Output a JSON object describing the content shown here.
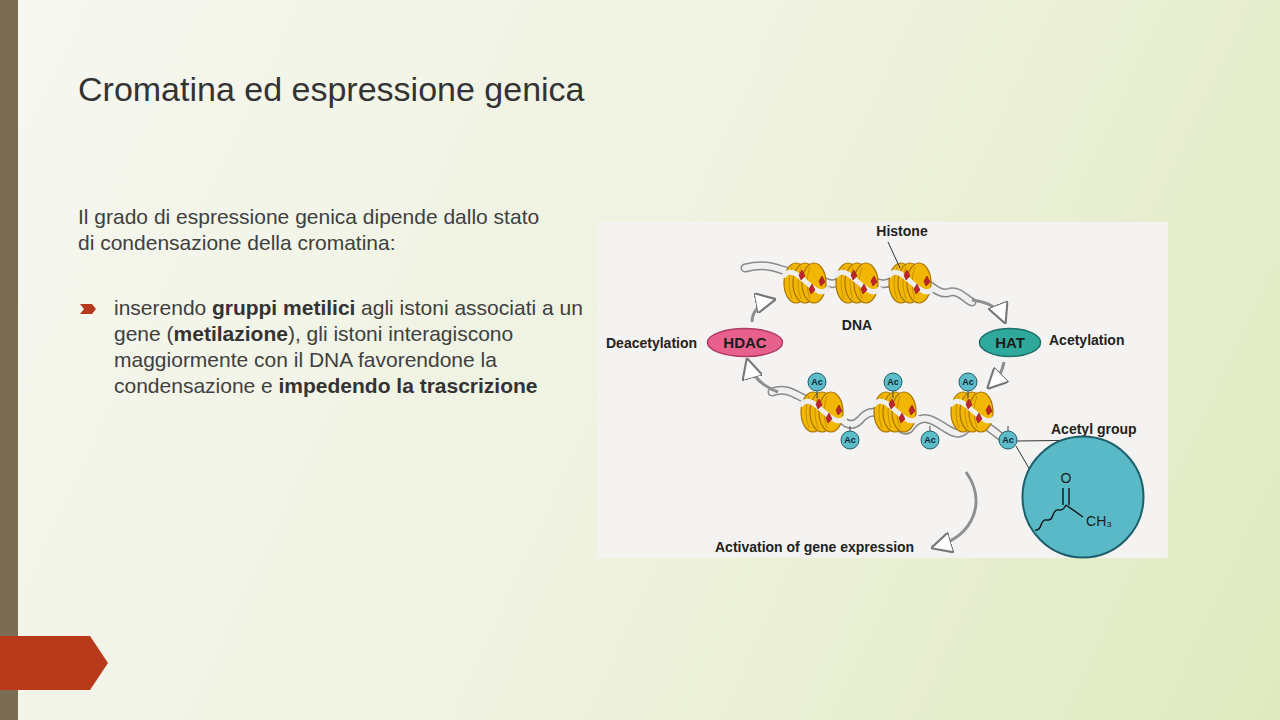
{
  "diagram": {
    "title": "Cromatina ed espressione genica",
    "nodes": [
      {
        "text": [
          "HDAC"
        ]
      },
      {
        "text": [
          "HAT"
        ]
      },
      {
        "text": [
          "O",
          "CH₃"
        ]
      }
    ],
    "labels": [
      "Il grado di espressione genica dipende dallo stato di condensazione della cromatina:",
      "inserendo",
      "gruppi metilici",
      "agli istoni associati a un gene (",
      "metilazione",
      "), gli istoni interagiscono maggiormente con il DNA favorendone la condensazione e",
      "impedendo la trascrizione",
      "Histone",
      "DNA",
      "Deacetylation",
      "Acetylation",
      "Ac",
      "Ac",
      "Ac",
      "Ac",
      "Ac",
      "Ac",
      "Acetyl group",
      "Activation of gene expression"
    ]
  }
}
